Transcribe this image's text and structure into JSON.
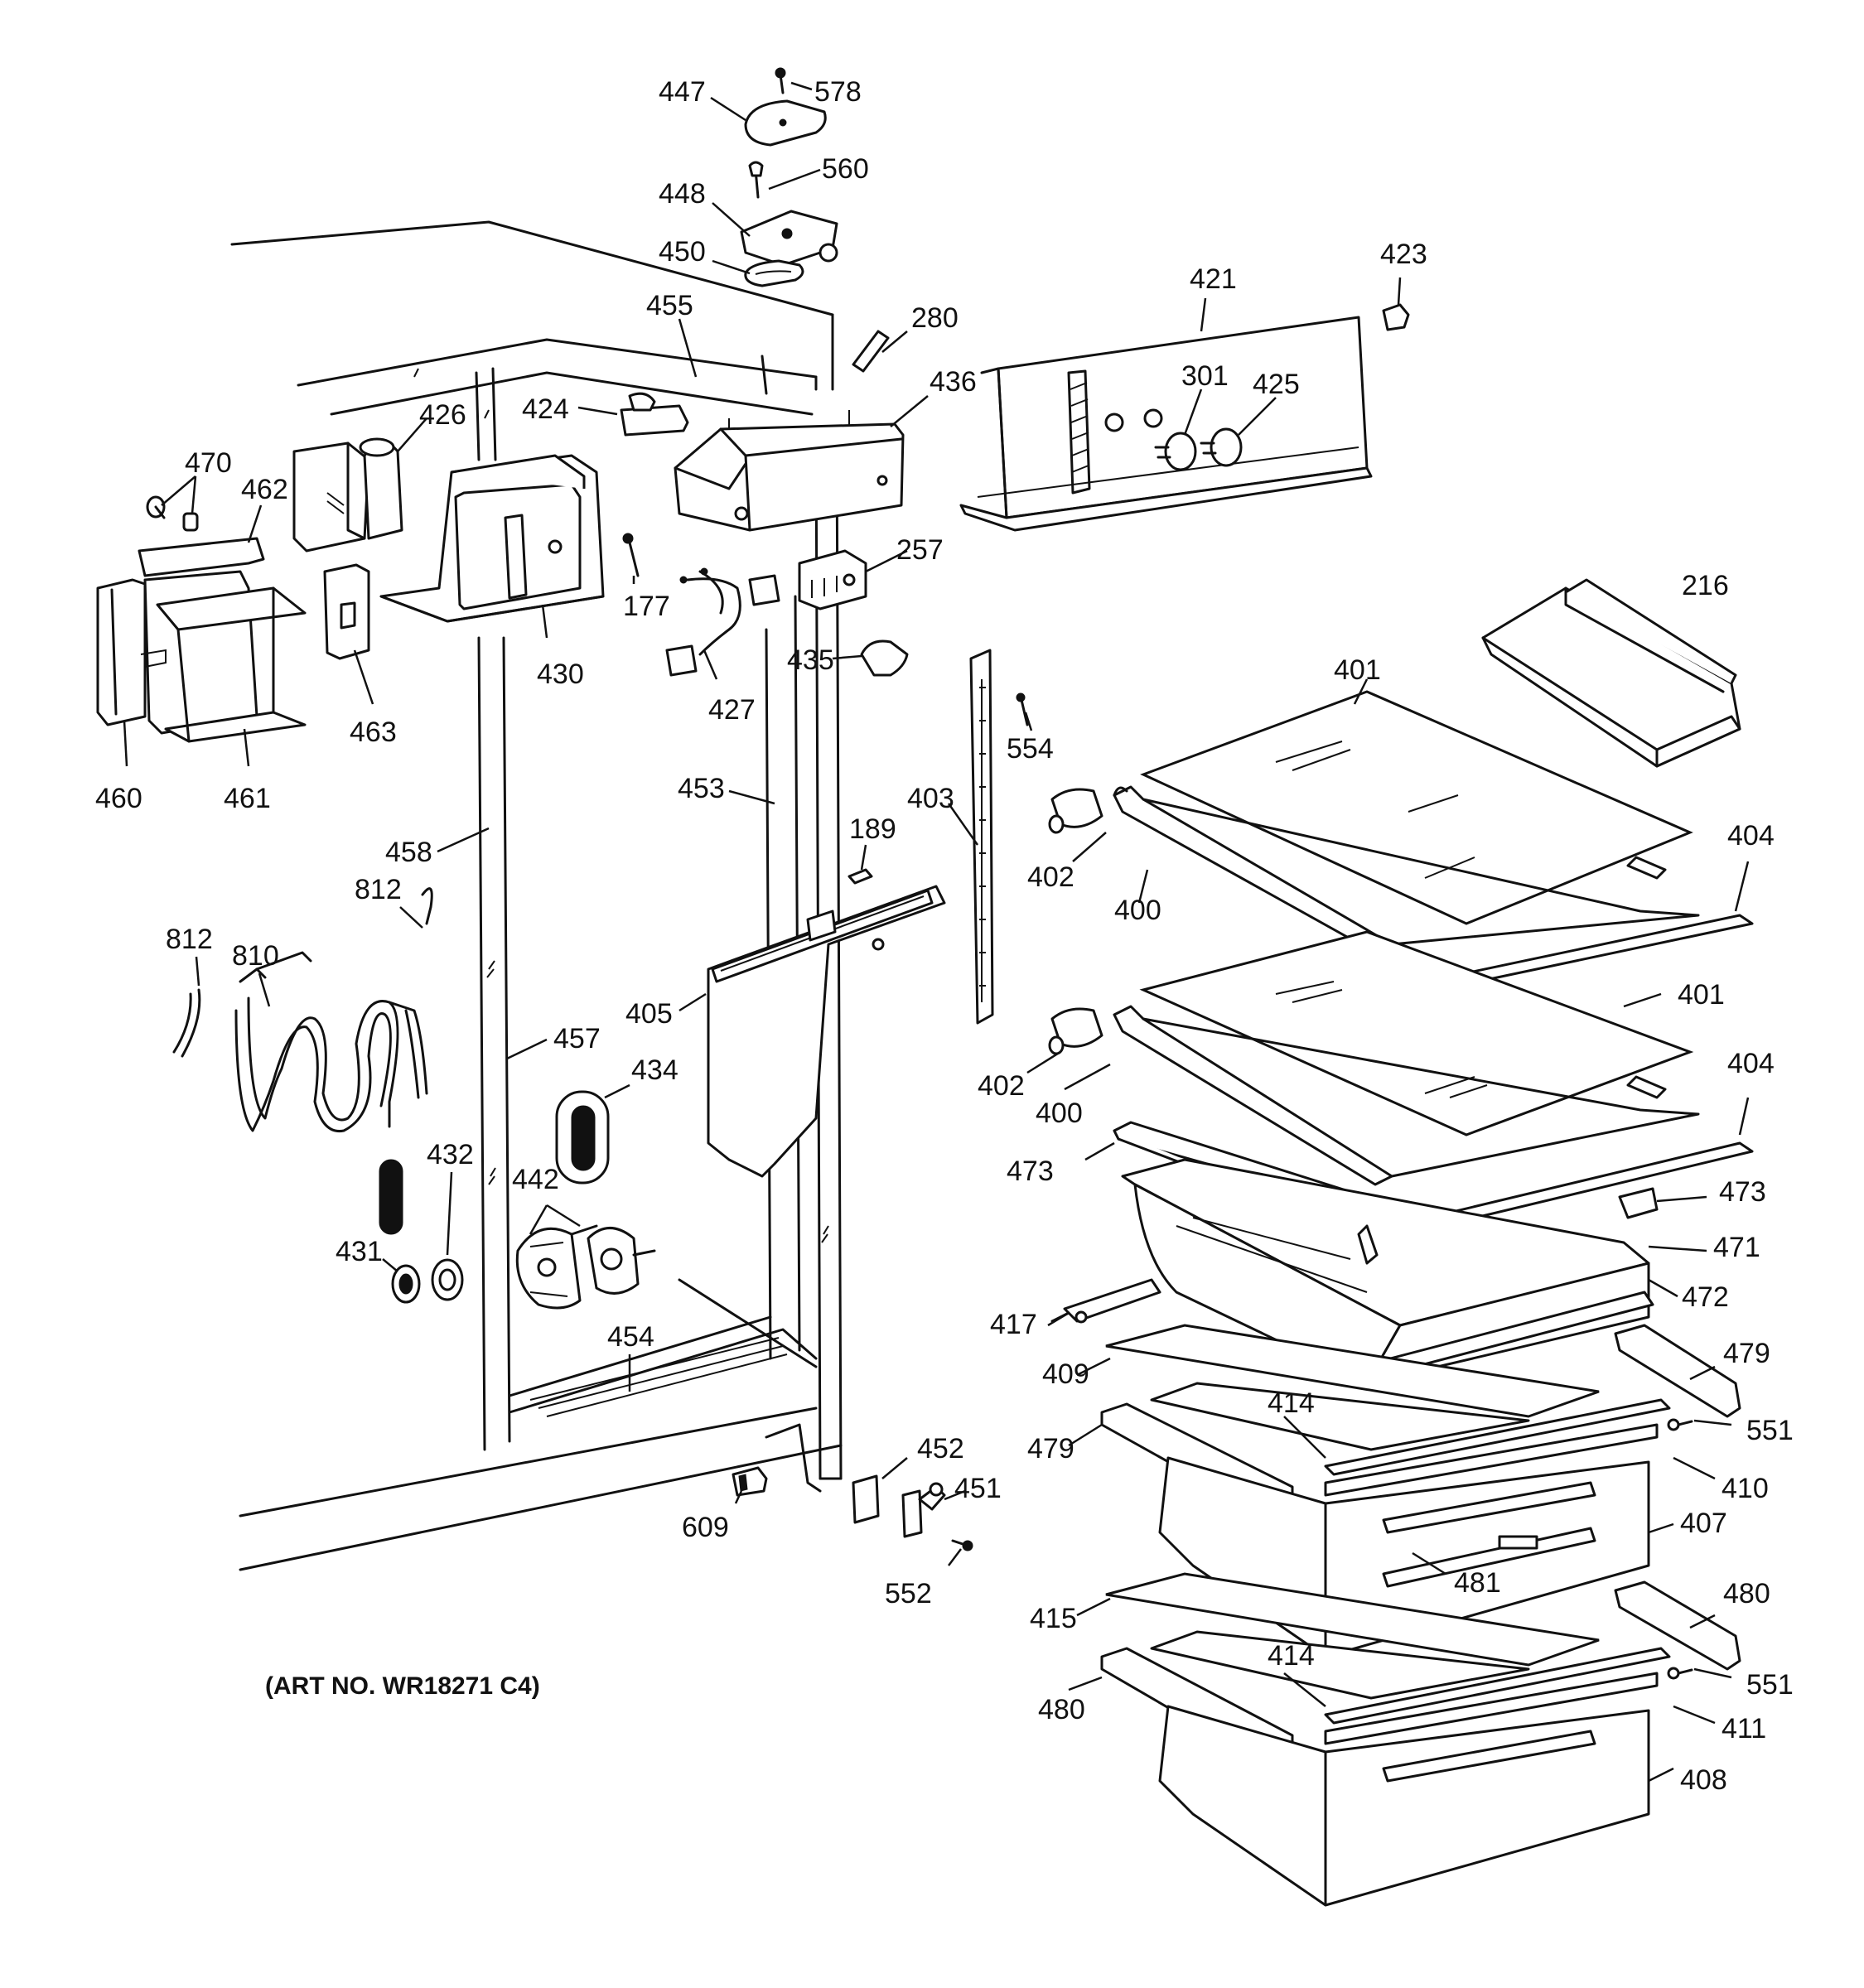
{
  "labels": {
    "p447": "447",
    "p578": "578",
    "p560": "560",
    "p448": "448",
    "p450": "450",
    "p455": "455",
    "p280": "280",
    "p421": "421",
    "p423": "423",
    "p301": "301",
    "p425": "425",
    "p436": "436",
    "p424": "424",
    "p426": "426",
    "p470": "470",
    "p462": "462",
    "p177": "177",
    "p430": "430",
    "p257": "257",
    "p427": "427",
    "p435": "435",
    "p463": "463",
    "p460": "460",
    "p461": "461",
    "p216": "216",
    "p401a": "401",
    "p554": "554",
    "p453": "453",
    "p403": "403",
    "p189": "189",
    "p458": "458",
    "p812a": "812",
    "p812b": "812",
    "p810": "810",
    "p402a": "402",
    "p400a": "400",
    "p404a": "404",
    "p405": "405",
    "p401b": "401",
    "p457": "457",
    "p434": "434",
    "p402b": "402",
    "p400b": "400",
    "p404b": "404",
    "p473a": "473",
    "p473b": "473",
    "p432": "432",
    "p442": "442",
    "p471": "471",
    "p431": "431",
    "p472": "472",
    "p417": "417",
    "p454": "454",
    "p409": "409",
    "p479a": "479",
    "p479b": "479",
    "p414a": "414",
    "p551a": "551",
    "p452": "452",
    "p410": "410",
    "p451": "451",
    "p609": "609",
    "p407": "407",
    "p552": "552",
    "p481": "481",
    "p480a": "480",
    "p415": "415",
    "p414b": "414",
    "p551b": "551",
    "p480b": "480",
    "p411": "411",
    "p408": "408"
  },
  "art_number": "(ART NO. WR18271 C4)"
}
